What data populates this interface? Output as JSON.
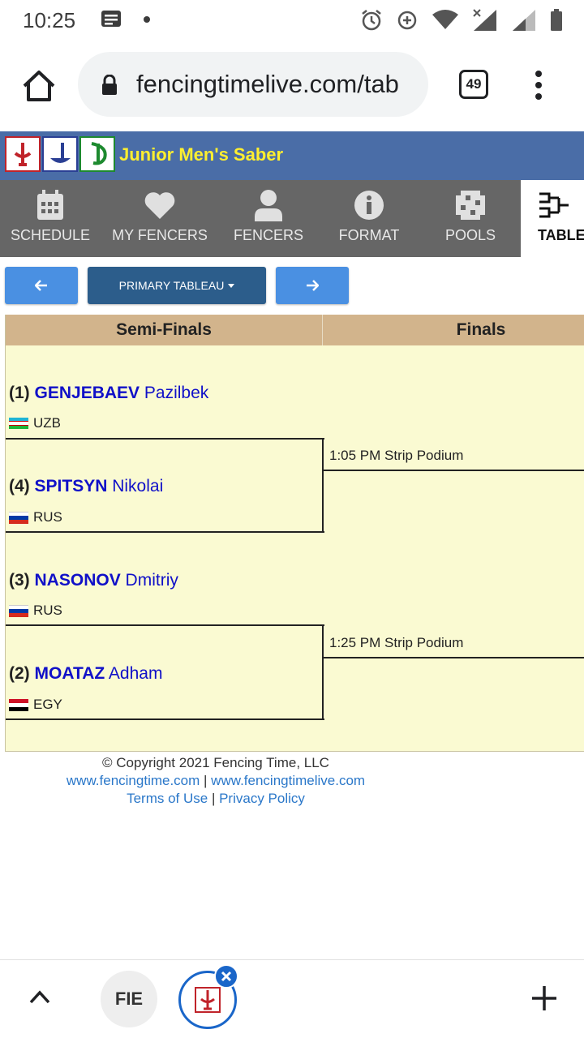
{
  "status_bar": {
    "time": "10:25",
    "icons": [
      "message-icon",
      "dot-icon",
      "alarm-icon",
      "data-saver-icon",
      "wifi-icon",
      "signal-x-icon",
      "signal-icon",
      "battery-icon"
    ]
  },
  "browser": {
    "url": "fencingtimelive.com/tab",
    "tab_count": "49"
  },
  "site": {
    "title": "Junior Men's Saber",
    "header_color": "#4a6da7",
    "title_color": "#ffef2f"
  },
  "nav": {
    "tabs": [
      {
        "label": "SCHEDULE",
        "icon": "calendar-icon"
      },
      {
        "label": "MY FENCERS",
        "icon": "heart-icon"
      },
      {
        "label": "FENCERS",
        "icon": "person-icon"
      },
      {
        "label": "FORMAT",
        "icon": "info-icon"
      },
      {
        "label": "POOLS",
        "icon": "pools-grid-icon"
      },
      {
        "label": "TABLE",
        "icon": "bracket-icon",
        "active": true
      }
    ]
  },
  "controls": {
    "prev_icon": "arrow-left-icon",
    "dropdown_label": "PRIMARY TABLEAU",
    "next_icon": "arrow-right-icon"
  },
  "bracket": {
    "columns": [
      "Semi-Finals",
      "Finals"
    ],
    "fencers": [
      {
        "seed": "(1)",
        "last": "GENJEBAEV",
        "first": "Pazilbek",
        "country": "UZB"
      },
      {
        "seed": "(4)",
        "last": "SPITSYN",
        "first": "Nikolai",
        "country": "RUS"
      },
      {
        "seed": "(3)",
        "last": "NASONOV",
        "first": "Dmitriy",
        "country": "RUS"
      },
      {
        "seed": "(2)",
        "last": "MOATAZ",
        "first": "Adham",
        "country": "EGY"
      }
    ],
    "bouts": [
      {
        "info": "1:05 PM Strip Podium"
      },
      {
        "info": "1:25 PM Strip Podium"
      }
    ]
  },
  "footer": {
    "copyright": "© Copyright 2021 Fencing Time, LLC",
    "link1": "www.fencingtime.com",
    "link_sep": " | ",
    "link2": "www.fencingtimelive.com",
    "terms": "Terms of Use",
    "privacy": "Privacy Policy"
  },
  "bottom_bar": {
    "fie_label": "FIE"
  }
}
